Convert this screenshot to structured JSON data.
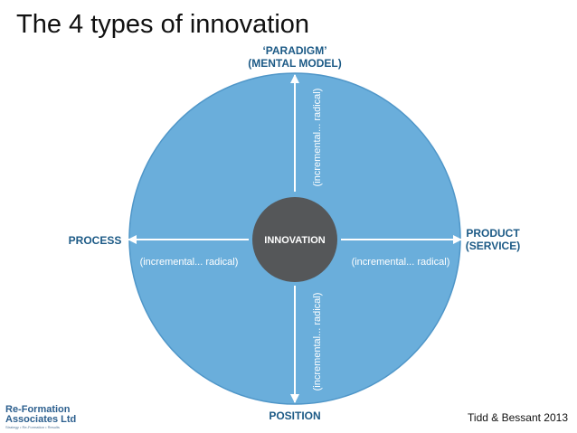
{
  "slide": {
    "title": "The 4 types of innovation",
    "credit": "Tidd & Bessant 2013"
  },
  "diagram": {
    "center_label": "INNOVATION",
    "axes": {
      "top": {
        "line1": "‘PARADIGM’",
        "line2": "(MENTAL MODEL)"
      },
      "bottom": {
        "line1": "POSITION"
      },
      "left": {
        "line1": "PROCESS"
      },
      "right": {
        "line1": "PRODUCT",
        "line2": "(SERVICE)"
      }
    },
    "scale_labels": {
      "left": "(incremental... radical)",
      "right": "(incremental... radical)",
      "top": "(incremental... radical)",
      "bottom": "(incremental... radical)"
    },
    "colors": {
      "circle_fill": "#6aaedb",
      "circle_stroke": "#4f96c8",
      "center_fill": "#555759",
      "arrow": "#ffffff",
      "label_text": "#1c5a86",
      "scale_text": "#ffffff"
    }
  },
  "logo": {
    "line1": "Re-Formation",
    "line2": "Associates Ltd",
    "line3": "Strategy • Re-Formation • Results"
  }
}
